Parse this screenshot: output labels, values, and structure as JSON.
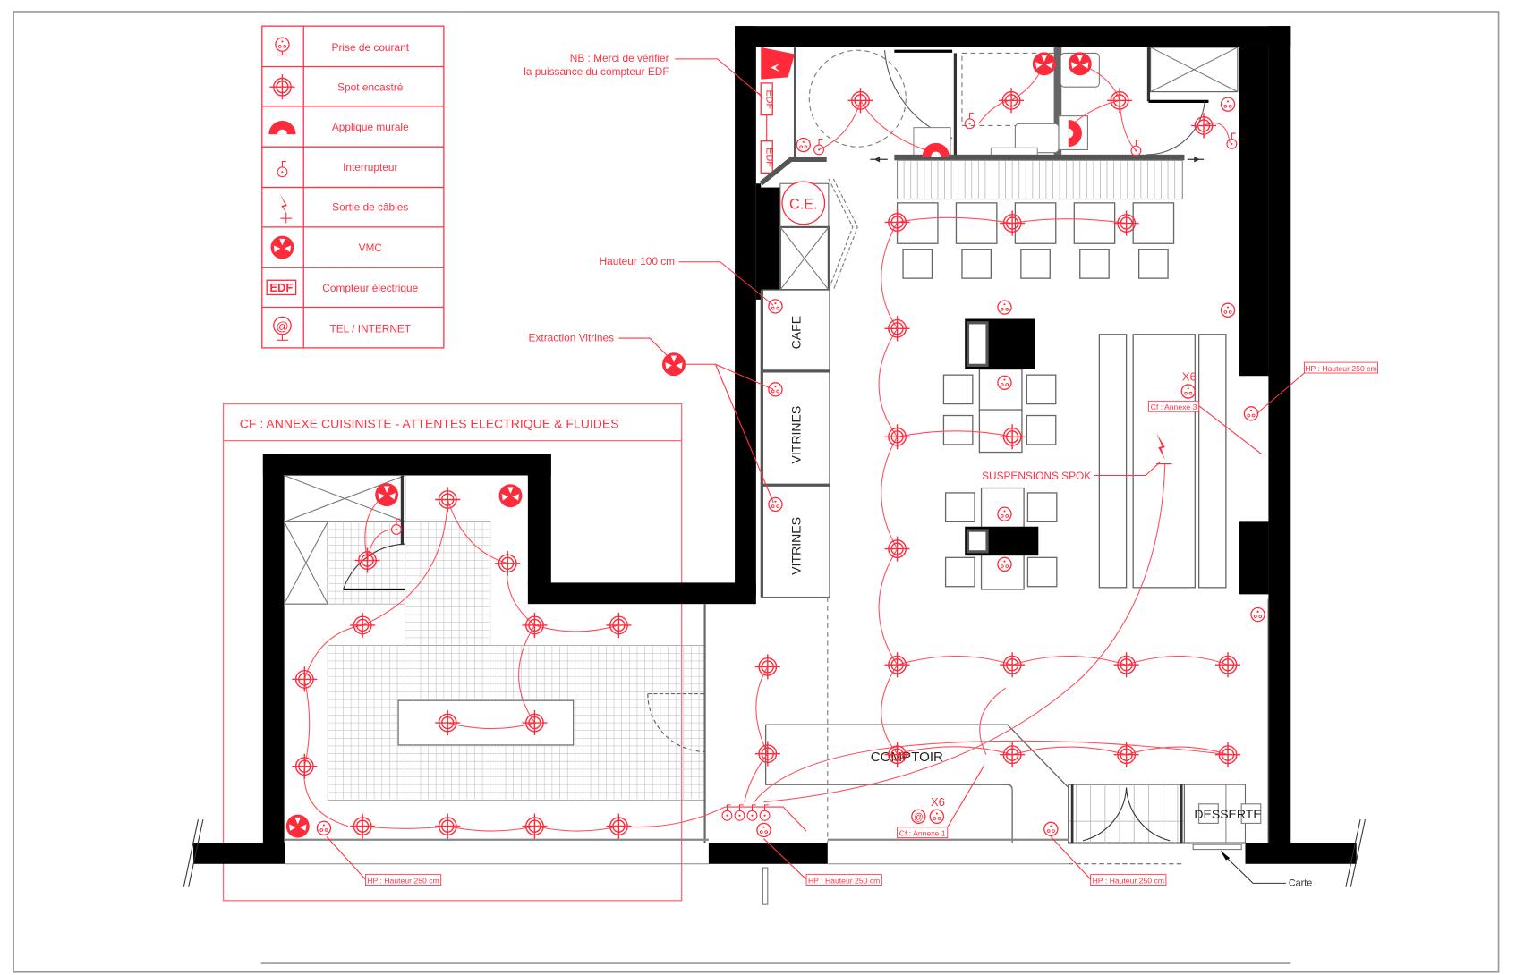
{
  "legend": {
    "items": [
      {
        "icon": "power-outlet-icon",
        "label": "Prise de courant"
      },
      {
        "icon": "recessed-spot-icon",
        "label": "Spot encastré"
      },
      {
        "icon": "wall-light-icon",
        "label": "Applique murale"
      },
      {
        "icon": "switch-icon",
        "label": "Interrupteur"
      },
      {
        "icon": "cable-outlet-icon",
        "label": "Sortie de câbles"
      },
      {
        "icon": "vmc-fan-icon",
        "label": "VMC"
      },
      {
        "icon": "edf-meter-icon",
        "label": "Compteur électrique",
        "glyph": "EDF"
      },
      {
        "icon": "tel-internet-icon",
        "label": "TEL / INTERNET",
        "glyph": "@"
      }
    ]
  },
  "annotations": {
    "edf_note_line1": "NB : Merci de vérifier",
    "edf_note_line2": "la puissance du compteur EDF",
    "height_100": "Hauteur 100 cm",
    "extraction": "Extraction Vitrines",
    "suspensions": "SUSPENSIONS SPOK",
    "hp_right": "HP : Hauteur 250 cm",
    "hp_bottom_left": "HP : Hauteur 250 cm",
    "hp_bottom_mid": "HP : Hauteur 250 cm",
    "hp_bottom_right": "HP : Hauteur 250 cm",
    "annexe3": "Cf : Annexe 3",
    "annexe1": "Cf : Annexe 1",
    "x6_top": "X6",
    "x6_bottom": "X6",
    "carte": "Carte"
  },
  "kitchen_box": {
    "title": "CF : ANNEXE CUISINISTE - ATTENTES ELECTRIQUE & FLUIDES"
  },
  "rooms": {
    "ce": "C.E.",
    "cafe": "CAFE",
    "vitrines_1": "VITRINES",
    "vitrines_2": "VITRINES",
    "comptoir": "COMPTOIR",
    "desserte": "DESSERTE",
    "edf_1": "EDF",
    "edf_2": "EDF"
  },
  "colors": {
    "electrical_red": "#ff2a3a",
    "wall_black": "#000000",
    "line_gray": "#666666"
  }
}
